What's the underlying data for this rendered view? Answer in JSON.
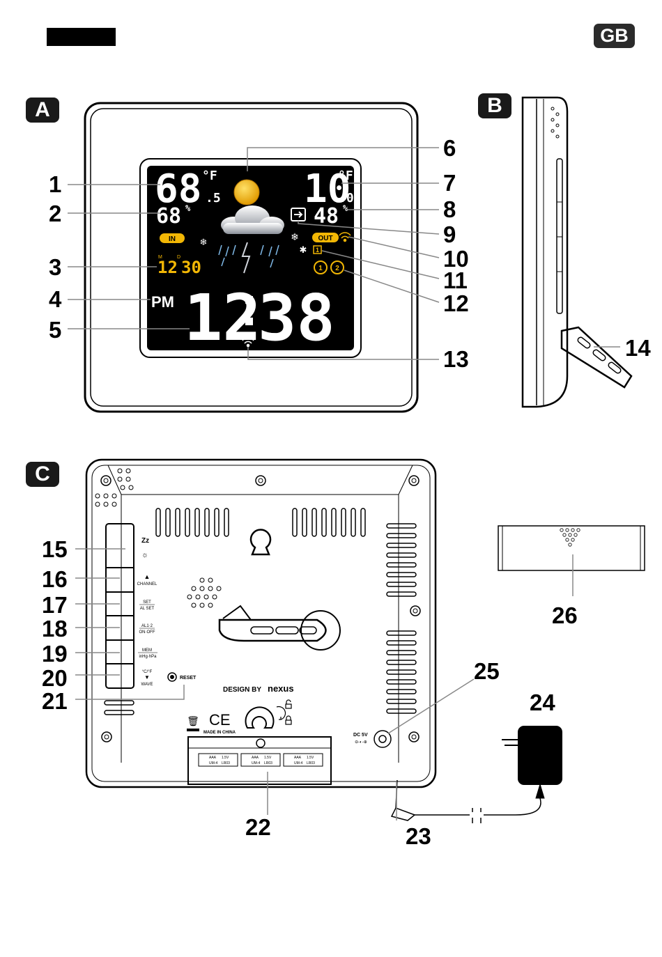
{
  "header": {
    "language_badge": "GB"
  },
  "sections": {
    "a": "A",
    "b": "B",
    "c": "C"
  },
  "lcd": {
    "indoor_temp": "68",
    "indoor_temp_unit": "°F",
    "indoor_temp_decimal": ".5",
    "indoor_humidity": "68",
    "indoor_humidity_unit": "%",
    "in_label": "IN",
    "outdoor_temp": "10",
    "outdoor_temp_unit": "°F",
    "outdoor_temp_decimal": ".0",
    "outdoor_humidity": "48",
    "outdoor_humidity_unit": "%",
    "out_label": "OUT",
    "channel": "1",
    "month": "12",
    "day": "30",
    "month_marker": "M",
    "day_marker": "D",
    "ampm": "PM",
    "hour": "12",
    "minute": "38",
    "alarm1": "1",
    "alarm2": "2"
  },
  "callouts": [
    "1",
    "2",
    "3",
    "4",
    "5",
    "6",
    "7",
    "8",
    "9",
    "10",
    "11",
    "12",
    "13",
    "14",
    "15",
    "16",
    "17",
    "18",
    "19",
    "20",
    "21",
    "22",
    "23",
    "24",
    "25",
    "26"
  ],
  "back": {
    "btn_channel": "CHANNEL",
    "btn_set": "SET",
    "btn_alset": "AL SET",
    "btn_al12": "AL1·2",
    "btn_onoff": "ON·OFF",
    "btn_mem": "MEM",
    "btn_inhg": "inHg·hPa",
    "btn_cf": "°C/°F",
    "btn_wave": "WAVE",
    "reset": "RESET",
    "design": "DESIGN BY",
    "brand": "nexus",
    "made_in": "MADE IN CHINA",
    "ce": "CE",
    "dc": "DC 5V",
    "zz": "Zz",
    "batteries": [
      {
        "size": "AAA",
        "volt": "1.5V",
        "model": "UM-4",
        "code": "LR03"
      },
      {
        "size": "AAA",
        "volt": "1.5V",
        "model": "UM-4",
        "code": "LR03"
      },
      {
        "size": "AAA",
        "volt": "1.5V",
        "model": "UM-4",
        "code": "LR03"
      }
    ]
  },
  "colors": {
    "lcd_bg": "#000000",
    "accent": "#f2b705",
    "badge": "#2b2b2b"
  }
}
